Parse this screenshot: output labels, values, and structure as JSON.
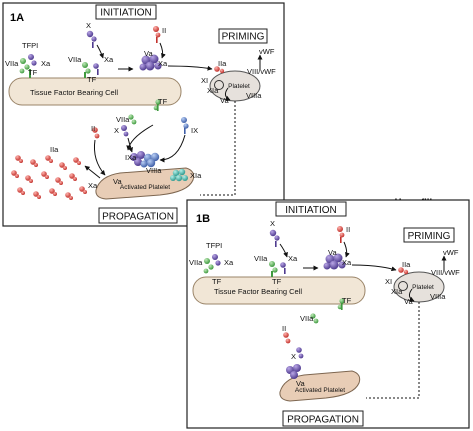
{
  "panelA": {
    "id": "1A",
    "initiation": "INITIATION",
    "priming": "PRIMING",
    "propagation": "PROPAGATION",
    "cell": "Tissue Factor Bearing Cell",
    "platelet": "Platelet",
    "activated_platelet": "Activated Platelet",
    "labels": {
      "tfpi": "TFPI",
      "viia_1": "VIIa",
      "xa_1": "Xa",
      "tf_1": "TF",
      "x_1": "X",
      "viia_2": "VIIa",
      "xa_2": "Xa",
      "tf_2": "TF",
      "va_1": "Va",
      "xa_3": "Xa",
      "ii_1": "II",
      "iia_1": "IIa",
      "vwf": "vWF",
      "viii_vwf": "VIII/vWF",
      "xi": "XI",
      "xia_1": "XIa",
      "va_2": "Va",
      "viiia_1": "VIIIa",
      "tf_3": "TF",
      "viia_3": "VIIa",
      "ii_2": "II",
      "x_2": "X",
      "ix": "IX",
      "iia_2": "IIa",
      "ixa": "IXa",
      "xa_4": "Xa",
      "va_3": "Va",
      "viiia_2": "VIIIa",
      "xia_2": "XIa"
    }
  },
  "panelB": {
    "id": "1B",
    "title": "Hemofilia",
    "initiation": "INITIATION",
    "priming": "PRIMING",
    "propagation": "PROPAGATION",
    "cell": "Tissue Factor Bearing Cell",
    "platelet": "Platelet",
    "activated_platelet": "Activated Platelet",
    "labels": {
      "tfpi": "TFPI",
      "viia_1": "VIIa",
      "xa_1": "Xa",
      "tf_1": "TF",
      "x_1": "X",
      "viia_2": "VIIa",
      "xa_2": "Xa",
      "tf_2": "TF",
      "va_1": "Va",
      "xa_3": "Xa",
      "ii_1": "II",
      "iia_1": "IIa",
      "vwf": "vWF",
      "viii_vwf": "VIII/vWF",
      "xi": "XI",
      "xia_1": "XIa",
      "va_2": "Va",
      "viiia_1": "VIIIa",
      "tf_3": "TF",
      "viia_3": "VIIa",
      "ii_2": "II",
      "x_2": "X",
      "va_3": "Va"
    }
  },
  "colors": {
    "cell_fill": "#f1e6d6",
    "cell_stroke": "#9a8468",
    "platelet_fill": "#e6e1dc",
    "activated_fill": "#e8cdb6",
    "purple": "#6a55a7",
    "green": "#59b45a",
    "red": "#d9453f",
    "blue": "#5a78c0",
    "teal": "#46b7ac"
  }
}
